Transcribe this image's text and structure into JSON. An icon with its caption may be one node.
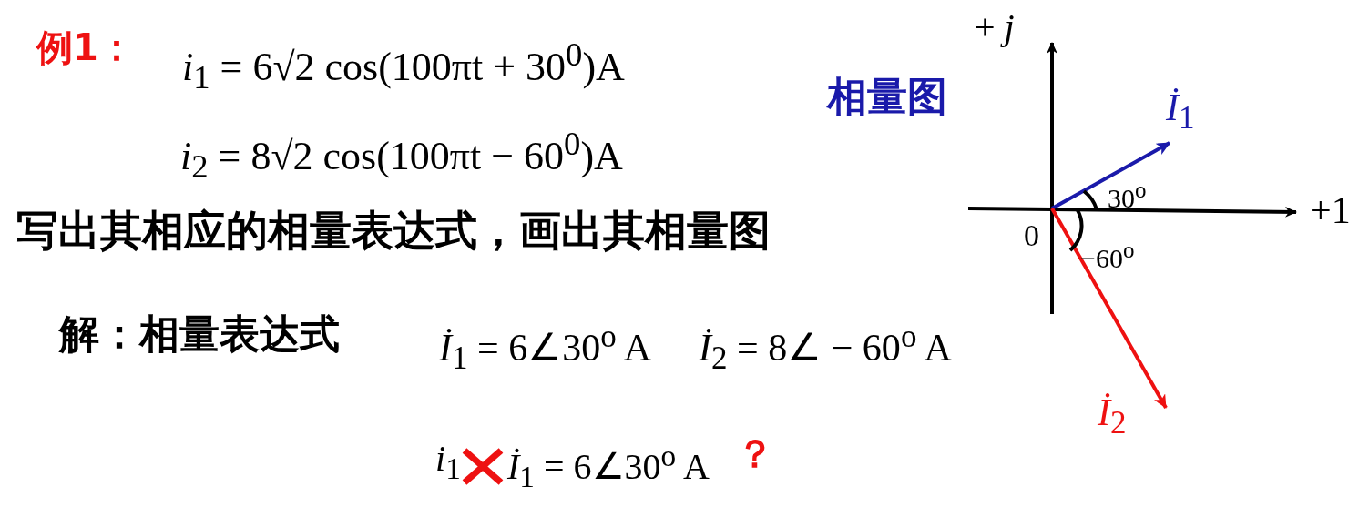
{
  "diagram": {
    "labels": [
      "例1：",
      "*i*$_{1}$ = 6√2 cos(100πt + 30$^{0}$)A",
      "*i*$_{2}$ = 8√2 cos(100πt − 60$^{0}$)A",
      "写出其相应的相量表达式，画出其相量图",
      "解：相量表达式",
      "*İ*$_{1}$ = 6∠30$^{o}$ A",
      "*İ*$_{2}$ = 8∠ − 60$^{o}$ A",
      "*i*$_{1}$",
      "*İ*$_{1}$ = 6∠30$^{o}$ A",
      "？",
      "相量图",
      "+ *j*",
      "+1",
      "0",
      "*İ*$_{1}$",
      "30$^{o}$",
      "−60$^{o}$",
      "*İ*$_{2}$"
    ]
  }
}
